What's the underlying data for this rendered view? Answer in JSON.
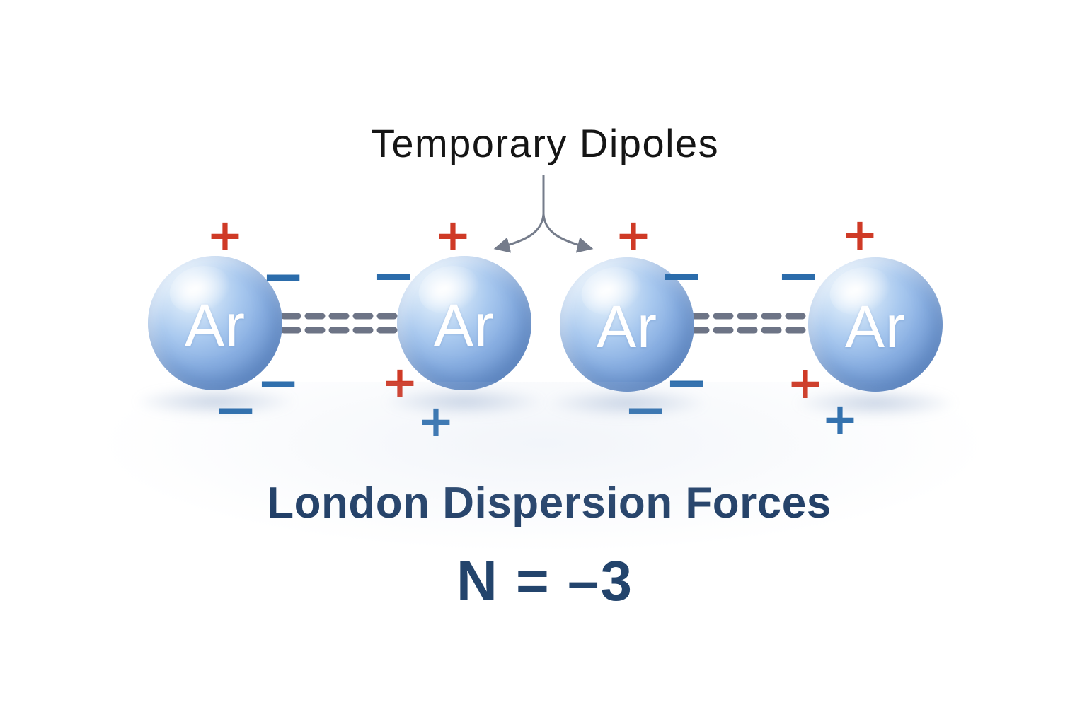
{
  "diagram": {
    "title": "Temporary Dipoles",
    "caption": "London Dispersion Forces",
    "formula": "N = –3",
    "atoms": [
      {
        "symbol": "Ar",
        "charges": [
          {
            "sign": "+",
            "polarity": "positive",
            "color": "#cf3a26",
            "position": "top"
          },
          {
            "sign": "−",
            "polarity": "negative",
            "color": "#2b6cab",
            "position": "upper-right"
          },
          {
            "sign": "−",
            "polarity": "negative",
            "color": "#2b6cab",
            "position": "lower-right"
          },
          {
            "sign": "−",
            "polarity": "negative",
            "color": "#2b6cab",
            "position": "bottom"
          }
        ]
      },
      {
        "symbol": "Ar",
        "charges": [
          {
            "sign": "+",
            "polarity": "positive",
            "color": "#cf3a26",
            "position": "top"
          },
          {
            "sign": "−",
            "polarity": "negative",
            "color": "#2b6cab",
            "position": "upper-left"
          },
          {
            "sign": "+",
            "polarity": "positive",
            "color": "#cf3a26",
            "position": "lower-left"
          },
          {
            "sign": "+",
            "polarity": "positive",
            "color": "#2b6cab",
            "position": "bottom"
          }
        ]
      },
      {
        "symbol": "Ar",
        "charges": [
          {
            "sign": "+",
            "polarity": "positive",
            "color": "#cf3a26",
            "position": "top"
          },
          {
            "sign": "−",
            "polarity": "negative",
            "color": "#2b6cab",
            "position": "upper-right"
          },
          {
            "sign": "−",
            "polarity": "negative",
            "color": "#2b6cab",
            "position": "lower-right"
          },
          {
            "sign": "−",
            "polarity": "negative",
            "color": "#2b6cab",
            "position": "bottom"
          }
        ]
      },
      {
        "symbol": "Ar",
        "charges": [
          {
            "sign": "+",
            "polarity": "positive",
            "color": "#cf3a26",
            "position": "top"
          },
          {
            "sign": "−",
            "polarity": "negative",
            "color": "#2b6cab",
            "position": "upper-left"
          },
          {
            "sign": "+",
            "polarity": "positive",
            "color": "#cf3a26",
            "position": "lower-left"
          },
          {
            "sign": "+",
            "polarity": "positive",
            "color": "#2b6cab",
            "position": "bottom"
          }
        ]
      }
    ],
    "bonds": [
      {
        "between": "atom-1-and-atom-2",
        "style": "double-dashed"
      },
      {
        "between": "atom-3-and-atom-4",
        "style": "double-dashed"
      }
    ],
    "colors": {
      "positive_charge": "#cf3a26",
      "negative_charge": "#2b6cab",
      "sphere_base": "#7ba7dc",
      "bond_dash": "#6d7486",
      "arrow": "#757c8b",
      "title_text": "#151515",
      "heading_text": "#1e3c64"
    }
  }
}
